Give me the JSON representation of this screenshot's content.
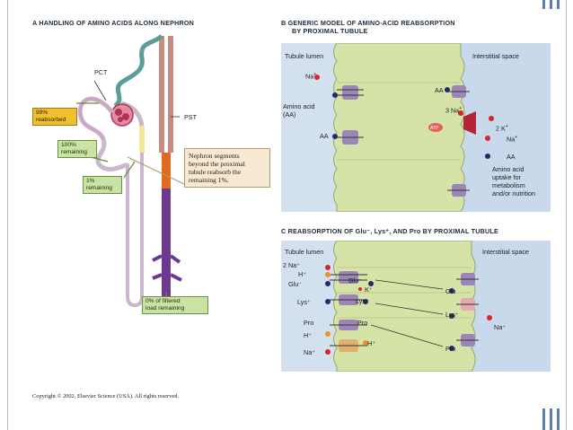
{
  "panelA": {
    "title": "A  HANDLING OF AMINO ACIDS ALONG NEPHRON",
    "pct": "PCT",
    "pst": "PST",
    "reabsorbed": [
      "99%",
      "reabsorbed"
    ],
    "remaining100": [
      "100%",
      "remaining"
    ],
    "remaining1": [
      "1%",
      "remaining"
    ],
    "note": [
      "Nephron segments",
      "beyond the proximal",
      "tubule reabsorb the",
      "remaining 1%."
    ],
    "filtered": [
      "0% of filtered",
      "load remaining"
    ]
  },
  "panelB": {
    "title": [
      "B  GENERIC MODEL OF AMINO-ACID REABSORPTION",
      "BY PROXIMAL TUBULE"
    ],
    "tubule_lumen": "Tubule lumen",
    "interstitial": "Interstitial space",
    "na": "Na",
    "plus": "+",
    "amino_acid": [
      "Amino acid",
      "(AA)"
    ],
    "aa": "AA",
    "three_na": "3 Na",
    "two_k": "2 K",
    "atp": "ATP",
    "uptake": [
      "Amino acid",
      "uptake for",
      "metabolism",
      "and/or nutrition"
    ]
  },
  "panelC": {
    "title": "C  REABSORPTION OF Glu⁻, Lys⁺, AND Pro BY PROXIMAL TUBULE",
    "tubule_lumen": "Tubule lumen",
    "interstitial": "Interstitial space",
    "two_na": "2 Na⁺",
    "h": "H⁺",
    "glu_minus": "Glu⁻",
    "k": "K⁺",
    "glu": "Glu",
    "lys": "Lys⁺",
    "pro": "Pro",
    "na": "Na⁺"
  },
  "copyright": "Copyright © 2002, Elsevier Science (USA). All rights reserved.",
  "colors": {
    "cell_green": "#d6e3a6",
    "interstitial_blue": "#c8d9ec",
    "lumen_blue": "#d3e1ee",
    "na_red": "#d8232a",
    "aa_navy": "#252a6b",
    "deco_blue": "#5f7fa8"
  }
}
